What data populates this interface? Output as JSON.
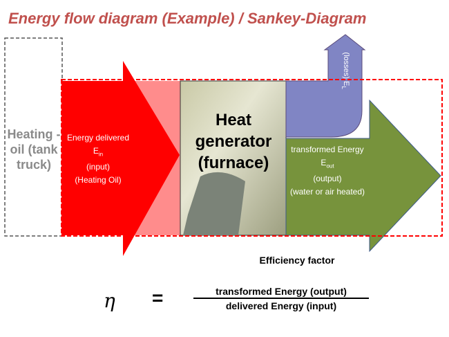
{
  "title": "Energy flow diagram  (Example) / Sankey-Diagram",
  "source_label": "Heating -oil (tank truck)",
  "input_label": {
    "line1": "Energy delivered E",
    "sub": "in",
    "line2": "(input)",
    "line3": "(Heating Oil)"
  },
  "generator_label": "Heat generator (furnace)",
  "output_label": {
    "line1": "transformed Energy E",
    "sub": "out",
    "line2": "(output)",
    "line3": "(water or air heated)"
  },
  "loss_label": {
    "text": "(losses) E",
    "sub": "L"
  },
  "efficiency": {
    "caption": "Efficiency factor",
    "symbol": "η",
    "equals": "=",
    "numerator": "transformed Energy (output)",
    "denominator": "delivered Energy (input)"
  },
  "colors": {
    "input": "#ff0000",
    "input_light": "#ff8c8c",
    "loss": "#8085c4",
    "output": "#77933c",
    "title": "#c0504d"
  }
}
